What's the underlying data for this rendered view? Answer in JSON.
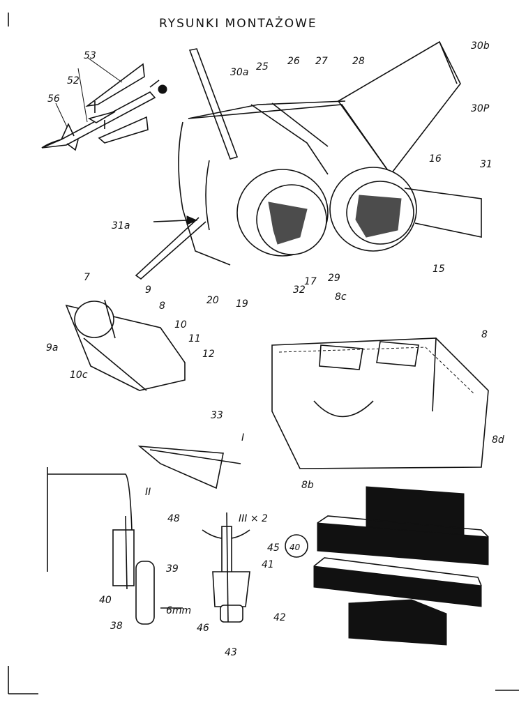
{
  "title": "RYSUNKI  MONTAŻOWE",
  "labels": {
    "l53": "53",
    "l52": "52",
    "l56": "56",
    "l30a": "30a",
    "l25": "25",
    "l26": "26",
    "l27": "27",
    "l28": "28",
    "l30b": "30b",
    "l30p": "30P",
    "l16": "16",
    "l31": "31",
    "l31a": "31a",
    "l20": "20",
    "l19": "19",
    "l32": "32",
    "l17": "17",
    "l29": "29",
    "l15": "15",
    "l7": "7",
    "l9": "9",
    "l8": "8",
    "l10": "10",
    "l11": "11",
    "l12": "12",
    "l9a": "9a",
    "l10c": "10c",
    "l8c": "8c",
    "l8big": "8",
    "l8d": "8d",
    "l8b": "8b",
    "l33": "33",
    "lI": "I",
    "lII": "II",
    "l48": "48",
    "l39": "39",
    "l40": "40",
    "l38": "38",
    "l6mm": "6mm",
    "lIIIx2": "III × 2",
    "l45": "45",
    "l41": "41",
    "l46": "46",
    "l42": "42",
    "l43": "43",
    "l40c": "40"
  }
}
